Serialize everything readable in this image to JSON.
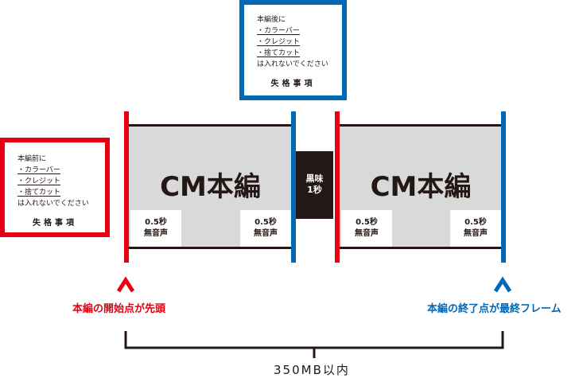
{
  "before_note": {
    "heading": "本編前に",
    "items": [
      "・カラーバー",
      "・クレジット",
      "・捨てカット"
    ],
    "tail": "は入れないでください",
    "title": "失格事項"
  },
  "after_note": {
    "heading": "本編後に",
    "items": [
      "・カラーバー",
      "・クレジット",
      "・捨てカット"
    ],
    "tail": "は入れないでください",
    "title": "失格事項"
  },
  "segments": [
    {
      "label": "CM本編"
    },
    {
      "label": "CM本編"
    }
  ],
  "mute_label": {
    "line1": "0.5秒",
    "line2": "無音声"
  },
  "black_frame": {
    "line1": "黒味",
    "line2": "1秒"
  },
  "start_label": "本編の開始点が先頭",
  "end_label": "本編の終了点が最終フレーム",
  "size_limit": "350MB以内",
  "colors": {
    "red": "#e60012",
    "blue": "#0068b7",
    "gray": "#d9d9d9",
    "black": "#231815"
  }
}
